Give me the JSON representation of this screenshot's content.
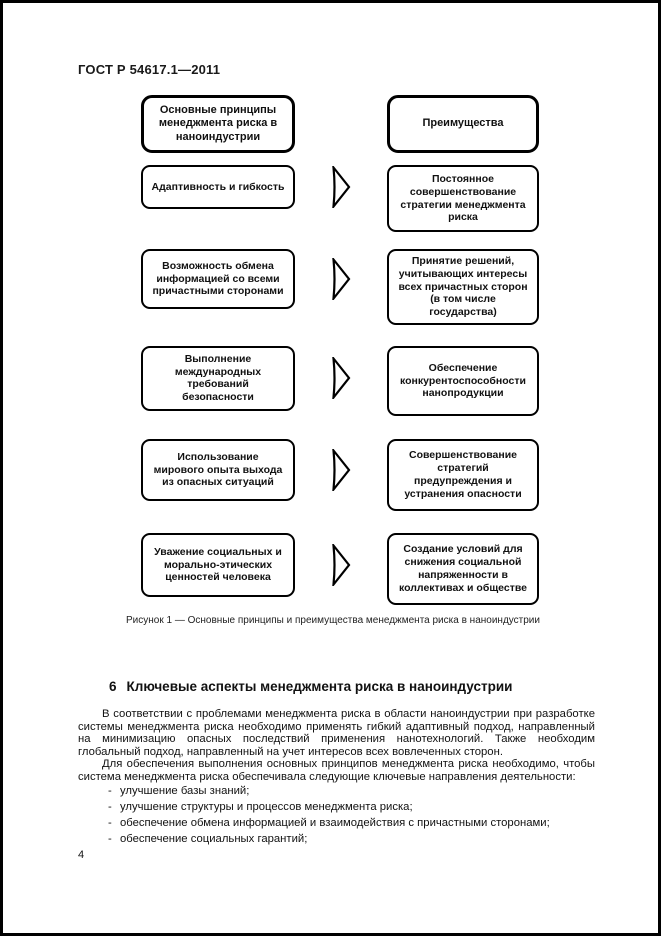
{
  "page": {
    "standard_code": "ГОСТ Р 54617.1—2011",
    "page_number": "4"
  },
  "figure": {
    "left_header": "Основные принципы менеджмента риска в наноиндустрии",
    "right_header": "Преимущества",
    "rows": [
      {
        "principle": "Адаптивность и гибкость",
        "advantage": "Постоянное совершенствование стратегии менеджмента риска"
      },
      {
        "principle": "Возможность обмена информацией со всеми причастными сторонами",
        "advantage": "Принятие решений, учитывающих интересы всех причастных сторон (в том числе государства)"
      },
      {
        "principle": "Выполнение международных требований безопасности",
        "advantage": "Обеспечение конкурентоспособности нанопродукции"
      },
      {
        "principle": "Использование мирового опыта выхода из опасных ситуаций",
        "advantage": "Совершенствование стратегий предупреждения и устранения опасности"
      },
      {
        "principle": "Уважение социальных и морально-этических ценностей человека",
        "advantage": "Создание условий для снижения социальной напряженности в коллективах и обществе"
      }
    ],
    "caption": "Рисунок 1 — Основные принципы и преимущества менеджмента риска в наноиндустрии"
  },
  "section": {
    "heading_number": "6",
    "heading_text": "Ключевые аспекты менеджмента риска в наноиндустрии",
    "paragraph1": "В соответствии с проблемами менеджмента риска в области наноиндустрии при разработке системы менеджмента риска необходимо применять гибкий адаптивный подход, направленный на минимизацию опасных последствий применения нанотехнологий. Также необходим глобальный подход, направленный на учет интересов всех вовлеченных сторон.",
    "paragraph2": "Для обеспечения выполнения основных принципов менеджмента риска необходимо, чтобы система менеджмента риска обеспечивала следующие ключевые направления деятельности:",
    "bullet_marker": "-",
    "bullets": [
      "улучшение базы знаний;",
      "улучшение структуры и процессов менеджмента риска;",
      "обеспечение обмена информацией и взаимодействия с причастными сторонами;",
      "обеспечение социальных гарантий;"
    ]
  }
}
